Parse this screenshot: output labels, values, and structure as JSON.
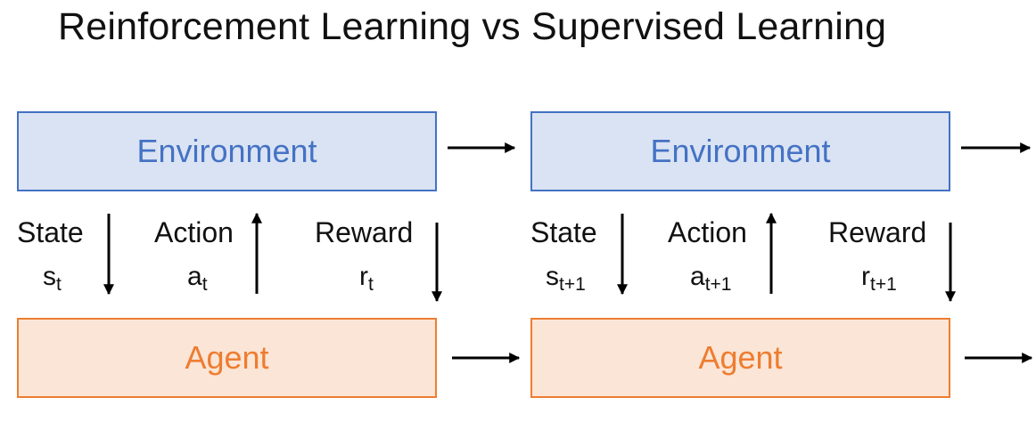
{
  "title": "Reinforcement Learning vs Supervised Learning",
  "colors": {
    "environment_border": "#4472c4",
    "environment_fill": "#dae3f3",
    "agent_border": "#ed7d31",
    "agent_fill": "#fbe5d6",
    "arrow": "#000000"
  },
  "steps": [
    {
      "environment_label": "Environment",
      "agent_label": "Agent",
      "state_label": "State",
      "state_symbol": "s",
      "state_sub": "t",
      "action_label": "Action",
      "action_symbol": "a",
      "action_sub": "t",
      "reward_label": "Reward",
      "reward_symbol": "r",
      "reward_sub": "t"
    },
    {
      "environment_label": "Environment",
      "agent_label": "Agent",
      "state_label": "State",
      "state_symbol": "s",
      "state_sub": "t+1",
      "action_label": "Action",
      "action_symbol": "a",
      "action_sub": "t+1",
      "reward_label": "Reward",
      "reward_symbol": "r",
      "reward_sub": "t+1"
    }
  ]
}
